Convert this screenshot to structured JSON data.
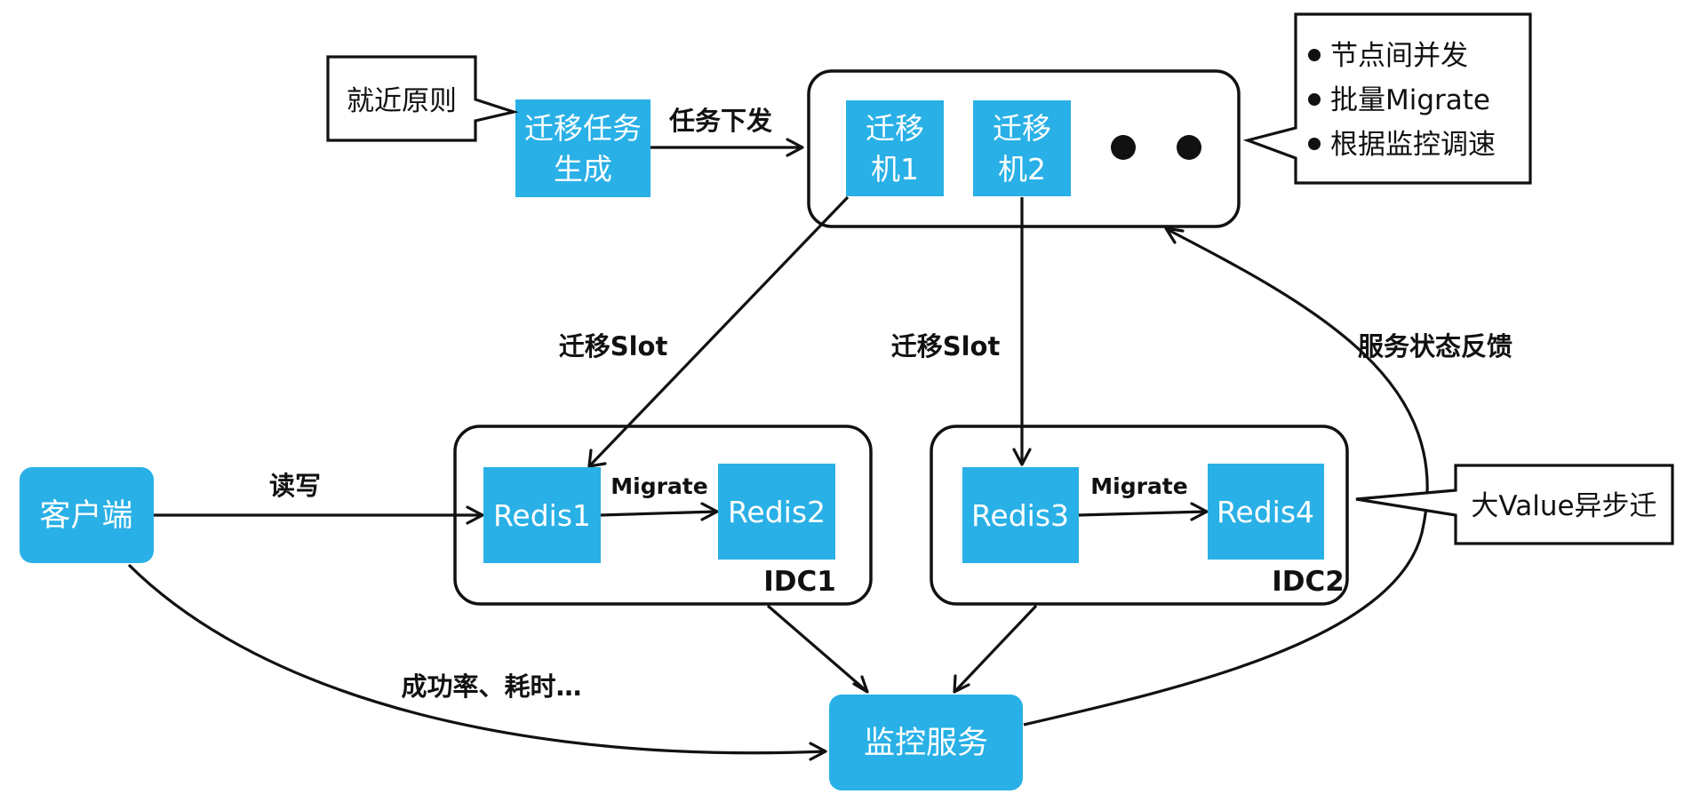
{
  "nodes": {
    "task_gen": {
      "line1": "迁移任务",
      "line2": "生成"
    },
    "migrator1": {
      "line1": "迁移",
      "line2": "机1"
    },
    "migrator2": {
      "line1": "迁移",
      "line2": "机2"
    },
    "client": "客户端",
    "redis1": "Redis1",
    "redis2": "Redis2",
    "redis3": "Redis3",
    "redis4": "Redis4",
    "monitor": "监控服务"
  },
  "groups": {
    "idc1": "IDC1",
    "idc2": "IDC2"
  },
  "callouts": {
    "nearest": "就近原则",
    "features": [
      "节点间并发",
      "批量Migrate",
      "根据监控调速"
    ],
    "bigvalue": "大Value异步迁"
  },
  "edges": {
    "dispatch": "任务下发",
    "slot1": "迁移Slot",
    "slot2": "迁移Slot",
    "readwrite": "读写",
    "migrate1": "Migrate",
    "migrate2": "Migrate",
    "feedback": "服务状态反馈",
    "metrics": "成功率、耗时…"
  }
}
